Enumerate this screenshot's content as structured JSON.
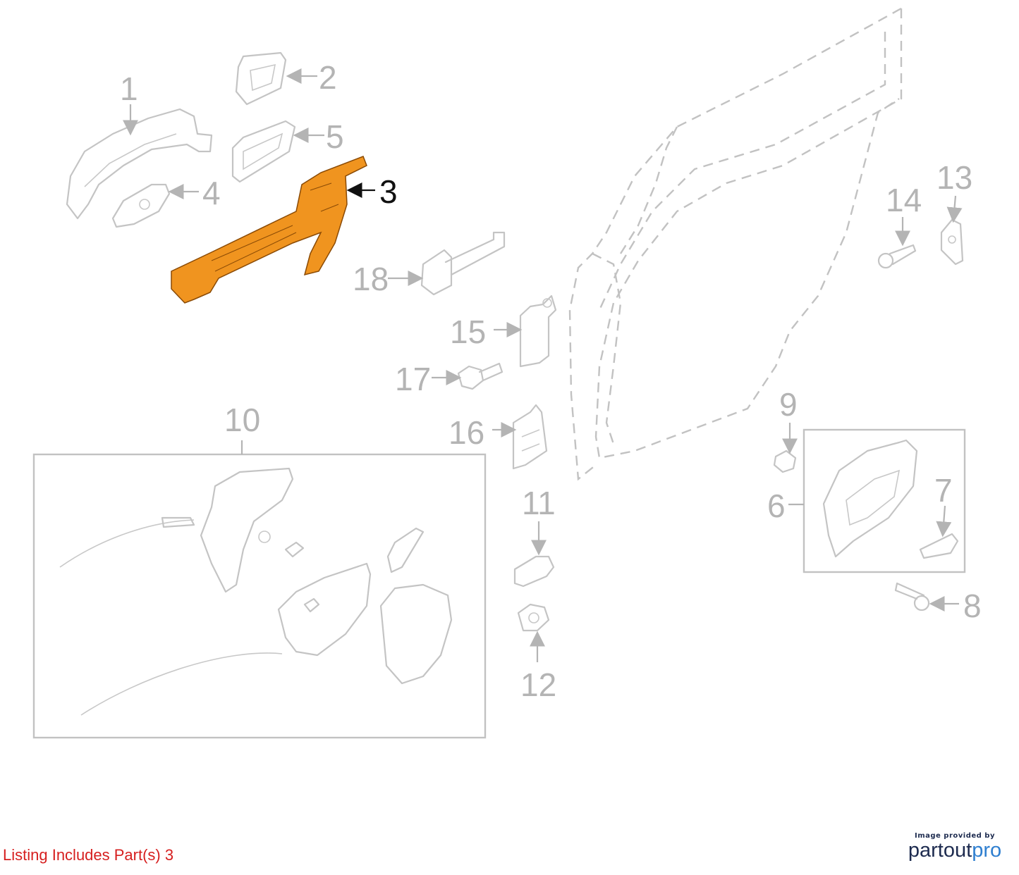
{
  "diagram": {
    "highlight_color": "#f0941f",
    "part_color": "#c4c4c4",
    "highlighted_part": "3",
    "callouts": [
      "1",
      "2",
      "3",
      "4",
      "5",
      "6",
      "7",
      "8",
      "9",
      "10",
      "11",
      "12",
      "13",
      "14",
      "15",
      "16",
      "17",
      "18"
    ]
  },
  "footer": {
    "listing_text": "Listing Includes Part(s) 3",
    "listing_color": "#d61f1f",
    "credit_label": "Image provided by",
    "credit_brand_a": "partout",
    "credit_brand_b": "pro"
  }
}
